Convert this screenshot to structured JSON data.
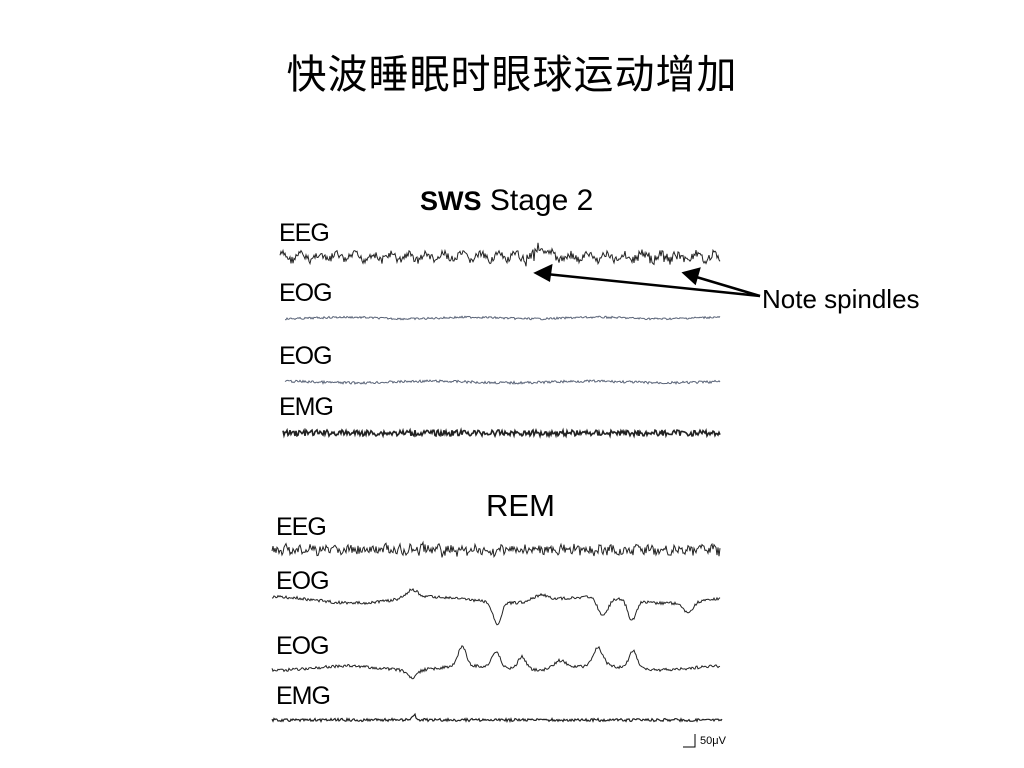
{
  "slide": {
    "title": "快波睡眠时眼球运动增加"
  },
  "sws_panel": {
    "prefix": "SWS",
    "stage": "Stage 2",
    "traces": [
      "EEG",
      "EOG",
      "EOG",
      "EMG"
    ]
  },
  "rem_panel": {
    "title": "REM",
    "traces": [
      "EEG",
      "EOG",
      "EOG",
      "EMG"
    ]
  },
  "annotation": {
    "text": "Note spindles"
  },
  "scale_bar": {
    "label": "50μV"
  },
  "colors": {
    "trace": "#222222",
    "eog_flat": "#5a6478"
  }
}
